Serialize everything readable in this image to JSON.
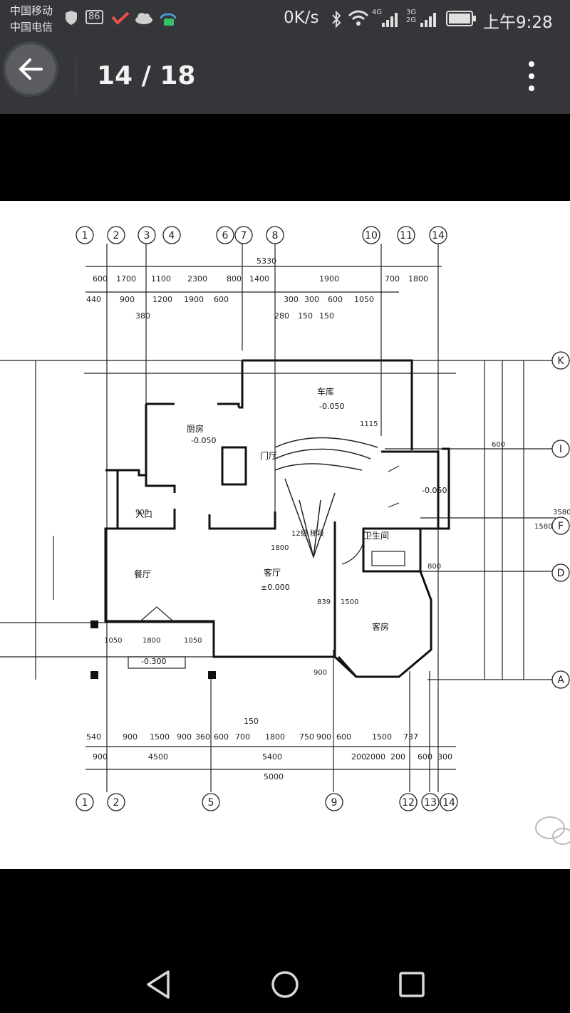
{
  "status_bar": {
    "carrier_1": "中国移动",
    "carrier_2": "中国电信",
    "badge_86": "86",
    "network_speed": "0K/s",
    "signal_1_label": "4G",
    "signal_2_label": "3G 2G",
    "time": "上午9:28"
  },
  "app_bar": {
    "page_counter": "14 / 18"
  },
  "drawing": {
    "top_axis_labels": [
      "1",
      "2",
      "3",
      "4",
      "6",
      "7",
      "8",
      "10",
      "11",
      "14"
    ],
    "bottom_axis_labels": [
      "1",
      "2",
      "5",
      "9",
      "12",
      "13",
      "14"
    ],
    "right_axis_labels": [
      "K",
      "I",
      "F",
      "D",
      "A"
    ],
    "overall_top_dim": "5330",
    "top_dims_row1": [
      "600",
      "1700",
      "1100",
      "2300",
      "800",
      "1400",
      "1900",
      "700",
      "1800"
    ],
    "top_dims_row2": [
      "440",
      "900",
      "1200",
      "1900",
      "600",
      "300",
      "300",
      "600",
      "1050"
    ],
    "top_dims_row3": [
      "380",
      "280",
      "150",
      "150"
    ],
    "bottom_dims_row1": [
      "540",
      "900",
      "1500",
      "900",
      "360",
      "600",
      "700",
      "1800",
      "750",
      "900",
      "600",
      "1500",
      "737"
    ],
    "bottom_dims_row2": [
      "900",
      "4500",
      "5400",
      "200",
      "2000",
      "200",
      "600",
      "300"
    ],
    "bottom_overall": "5000",
    "bottom_small": "150",
    "room_labels": [
      "车库",
      "客厅",
      "餐厅",
      "厨房",
      "客房",
      "卫生间",
      "门厅",
      "入口"
    ],
    "levels": [
      "±0.000",
      "-0.050",
      "-0.300",
      "-0.050",
      "-0.050"
    ],
    "misc_dims": [
      "1050",
      "1800",
      "1050",
      "1800",
      "839",
      "1500",
      "1115",
      "800",
      "600",
      "900",
      "900",
      "3580",
      "1580"
    ],
    "side_note": "12级 梯段"
  },
  "nav_bar": {
    "back": "back",
    "home": "home",
    "recents": "recents"
  }
}
